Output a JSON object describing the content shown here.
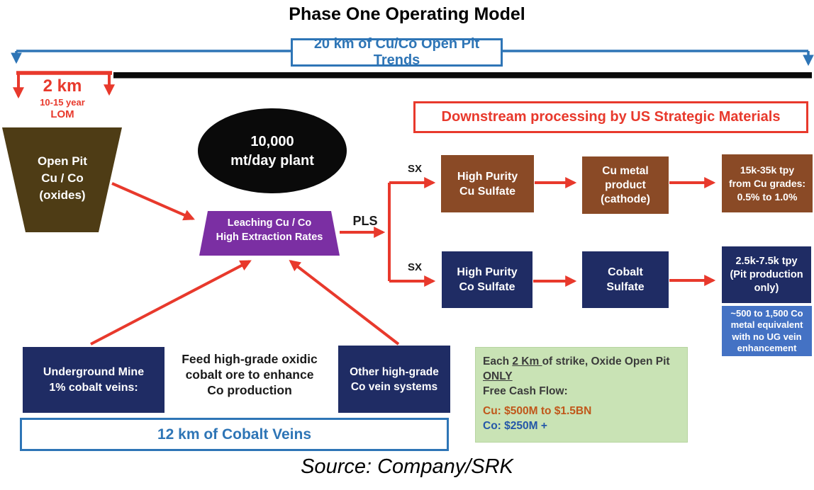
{
  "title": "Phase One Operating Model",
  "source_note": "Source: Company/SRK",
  "top_banner": {
    "trends_label": "20 km of Cu/Co Open Pit Trends",
    "strike_km": "2 km",
    "strike_lom_line1": "10-15 year",
    "strike_lom_line2": "LOM"
  },
  "downstream_banner": "Downstream processing by US Strategic Materials",
  "labels": {
    "pls": "PLS",
    "sx": "SX"
  },
  "nodes": {
    "open_pit": {
      "lines": [
        "Open Pit",
        "Cu / Co",
        "(oxides)"
      ]
    },
    "plant": {
      "lines": [
        "10,000",
        "mt/day plant"
      ]
    },
    "leaching": {
      "lines": [
        "Leaching Cu / Co",
        "High Extraction Rates"
      ]
    },
    "cu_sulfate": {
      "lines": [
        "High Purity",
        "Cu Sulfate"
      ]
    },
    "cu_metal": {
      "lines": [
        "Cu metal",
        "product",
        "(cathode)"
      ]
    },
    "cu_output": {
      "lines": [
        "15k-35k tpy",
        "from Cu grades:",
        "0.5% to 1.0%"
      ]
    },
    "co_sulfate": {
      "lines": [
        "High Purity",
        "Co Sulfate"
      ]
    },
    "cobalt_sulfate": {
      "lines": [
        "Cobalt",
        "Sulfate"
      ]
    },
    "co_output": {
      "lines": [
        "2.5k-7.5k tpy",
        "(Pit production",
        "only)"
      ]
    },
    "co_note": {
      "lines": [
        "~500 to 1,500 Co",
        "metal equivalent",
        "with no UG vein",
        "enhancement"
      ]
    },
    "underground": {
      "lines": [
        "Underground Mine",
        "1% cobalt veins:"
      ]
    },
    "feed_note": {
      "lines": [
        "Feed high-grade oxidic",
        "cobalt ore to enhance",
        "Co production"
      ]
    },
    "other_veins": {
      "lines": [
        "Other high-grade",
        "Co vein systems"
      ]
    }
  },
  "cobalt_veins_banner": "12 km of Cobalt Veins",
  "cash_flow": {
    "line1_pre": "Each ",
    "line1_underlined": "2 Km ",
    "line1_post": "of strike, Oxide Open Pit",
    "line2_underlined": "ONLY",
    "line3": "Free Cash Flow:",
    "cu_line": "Cu: $500M to $1.5BN",
    "co_line": "Co: $250M +"
  },
  "colors": {
    "blue_accent": "#2e75b6",
    "red_accent": "#e8392c",
    "navy_box": "#1f2c64",
    "brown_box": "#8a4a26",
    "olive_pit": "#4e3c15",
    "purple_leach": "#7b2fa3",
    "light_blue_note": "#4472c4",
    "green_bg": "#c9e3b5",
    "cu_text": "#c0571a",
    "co_text": "#2457a8"
  }
}
